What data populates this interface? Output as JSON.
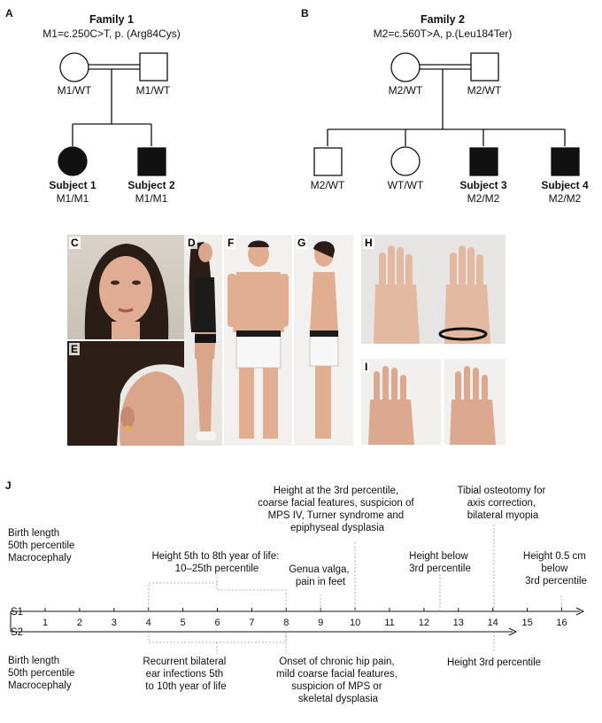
{
  "panels": {
    "A": "A",
    "B": "B",
    "C": "C",
    "D": "D",
    "E": "E",
    "F": "F",
    "G": "G",
    "H": "H",
    "I": "I",
    "J": "J"
  },
  "family1": {
    "title": "Family 1",
    "mutation": "M1=c.250C>T, p. (Arg84Cys)",
    "mother_genotype": "M1/WT",
    "father_genotype": "M1/WT",
    "child1_name": "Subject 1",
    "child1_genotype": "M1/M1",
    "child2_name": "Subject 2",
    "child2_genotype": "M1/M1"
  },
  "family2": {
    "title": "Family 2",
    "mutation": "M2=c.560T>A, p.(Leu184Ter)",
    "mother_genotype": "M2/WT",
    "father_genotype": "M2/WT",
    "child1_genotype": "M2/WT",
    "child2_genotype": "WT/WT",
    "child3_name": "Subject 3",
    "child3_genotype": "M2/M2",
    "child4_name": "Subject 4",
    "child4_genotype": "M2/M2"
  },
  "timeline": {
    "s1_label": "S1",
    "s2_label": "S2",
    "ticks": [
      "1",
      "2",
      "3",
      "4",
      "5",
      "6",
      "7",
      "8",
      "9",
      "10",
      "11",
      "12",
      "13",
      "14",
      "15",
      "16"
    ],
    "s1_birth": [
      "Birth length",
      "50th percentile",
      "Macrocephaly"
    ],
    "s1_height_5_8": [
      "Height 5th to 8th year of life:",
      "10–25th percentile"
    ],
    "s1_height_3rd_10": [
      "Height at the 3rd percentile,",
      "coarse facial features, suspicion of",
      "MPS IV, Turner syndrome and",
      "epiphyseal dysplasia"
    ],
    "s1_genua": [
      "Genua valga,",
      "pain in feet"
    ],
    "s1_height_below": [
      "Height below",
      "3rd percentile"
    ],
    "s1_tibial": [
      "Tibial osteotomy for",
      "axis correction,",
      "bilateral myopia"
    ],
    "s1_height_05": [
      "Height 0.5 cm",
      "below",
      "3rd percentile"
    ],
    "s2_birth": [
      "Birth length",
      "50th percentile",
      "Macrocephaly"
    ],
    "s2_ear": [
      "Recurrent bilateral",
      "ear infections 5th",
      "to 10th year of life"
    ],
    "s2_hip": [
      "Onset of chronic hip pain,",
      "mild coarse facial features,",
      "suspicion of MPS or",
      "skeletal dysplasia"
    ],
    "s2_height_3rd": [
      "Height 3rd percentile"
    ],
    "sup_th": "th",
    "sup_rd": "rd"
  }
}
